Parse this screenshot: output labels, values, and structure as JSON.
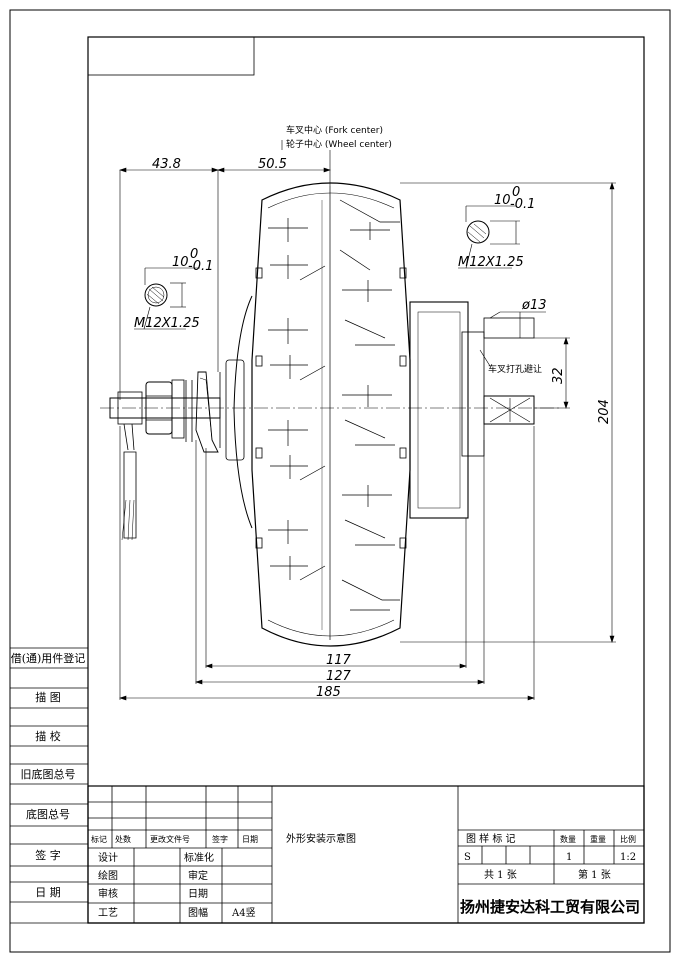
{
  "annotations": {
    "fork_center": "车叉中心 (Fork center)",
    "wheel_center": "轮子中心 (Wheel center)",
    "fork_clearance": "车叉打孔避让"
  },
  "dimensions": {
    "d43_8": "43.8",
    "d50_5": "50.5",
    "d117": "117",
    "d127": "127",
    "d185": "185",
    "d204": "204",
    "d32": "32",
    "phi13": "ø13",
    "flat_left": "10",
    "flat_right": "10",
    "tol_upper": "0",
    "tol_lower": "-0.1",
    "thread_left": "M12X1.25",
    "thread_right": "M12X1.25"
  },
  "side_table": [
    "借(通)用件登记",
    "描 图",
    "描 校",
    "旧底图总号",
    "底图总号",
    "签 字",
    "日 期"
  ],
  "title_block": {
    "header": [
      "标记",
      "处数",
      "更改文件号",
      "签字",
      "日期"
    ],
    "row_design": "设计",
    "row_draw": "绘图",
    "row_review": "审核",
    "row_process": "工艺",
    "standardize": "标准化",
    "approve": "审定",
    "date": "日期",
    "sheet_size_label": "图幅",
    "sheet_size": "A4竖",
    "drawing_title": "外形安装示意图",
    "sample_mark": "图 样 标 记",
    "qty_label": "数量",
    "weight_label": "重量",
    "scale_label": "比例",
    "mark_s": "S",
    "qty": "1",
    "scale": "1:2",
    "total_sheets": "共 1 张",
    "sheet_no": "第 1 张",
    "company": "扬州捷安达科工贸有限公司"
  }
}
